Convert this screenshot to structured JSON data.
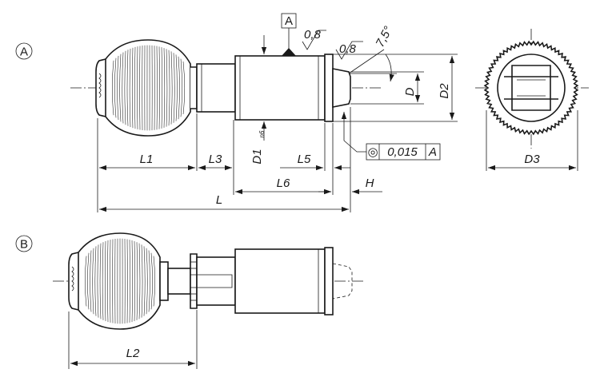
{
  "views": {
    "a": {
      "marker": "A"
    },
    "b": {
      "marker": "B"
    }
  },
  "datum": {
    "label": "A"
  },
  "surface": {
    "top_finish": "0,8",
    "chamfer_finish": "0,8",
    "chamfer_angle": "7,5°"
  },
  "tolerance": {
    "symbol": "◎",
    "value": "0,015",
    "datum": "A"
  },
  "dims": {
    "L1": "L1",
    "L3": "L3",
    "L": "L",
    "L5": "L5",
    "L6": "L6",
    "H": "H",
    "D": "D",
    "D2": "D2",
    "D3": "D3",
    "D1": "D1",
    "D1_fit": "n6",
    "L2": "L2"
  },
  "colors": {
    "line": "#1a1a1a",
    "background": "#ffffff"
  }
}
